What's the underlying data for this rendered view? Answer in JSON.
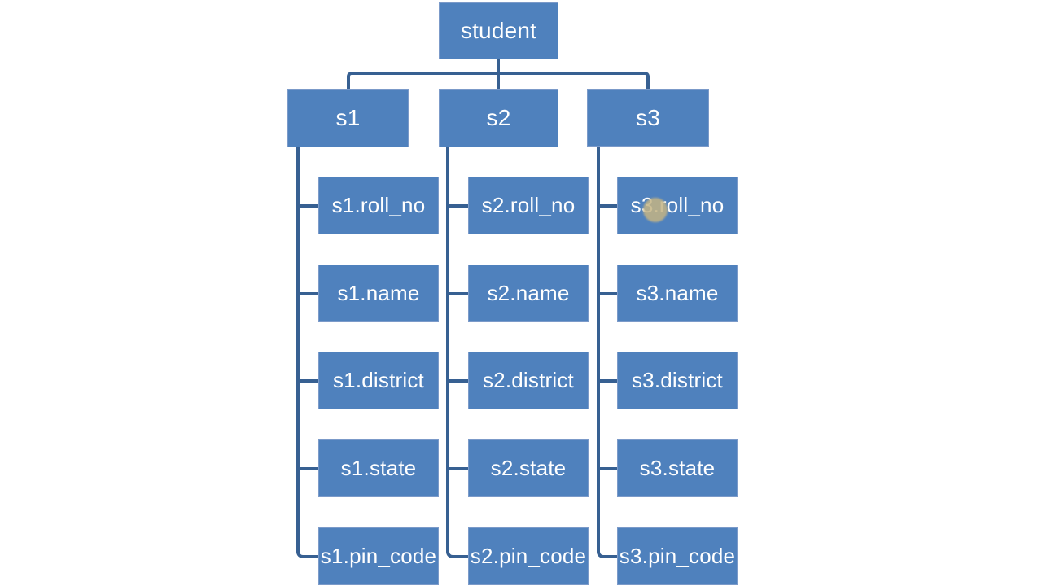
{
  "colors": {
    "node_fill": "#4f81bd",
    "node_border": "#7b9ac9",
    "connector": "#376092",
    "node_text": "#ffffff",
    "highlight_dot": "#c4b484",
    "background": "#ffffff"
  },
  "tree": {
    "root": {
      "label": "student"
    },
    "children": [
      {
        "label": "s1",
        "attrs": [
          "s1.roll_no",
          "s1.name",
          "s1.district",
          "s1.state",
          "s1.pin_code"
        ]
      },
      {
        "label": "s2",
        "attrs": [
          "s2.roll_no",
          "s2.name",
          "s2.district",
          "s2.state",
          "s2.pin_code"
        ]
      },
      {
        "label": "s3",
        "attrs": [
          "s3.roll_no",
          "s3.name",
          "s3.district",
          "s3.state",
          "s3.pin_code"
        ]
      }
    ]
  },
  "cursor_highlight": {
    "over": "s3.roll_no"
  }
}
